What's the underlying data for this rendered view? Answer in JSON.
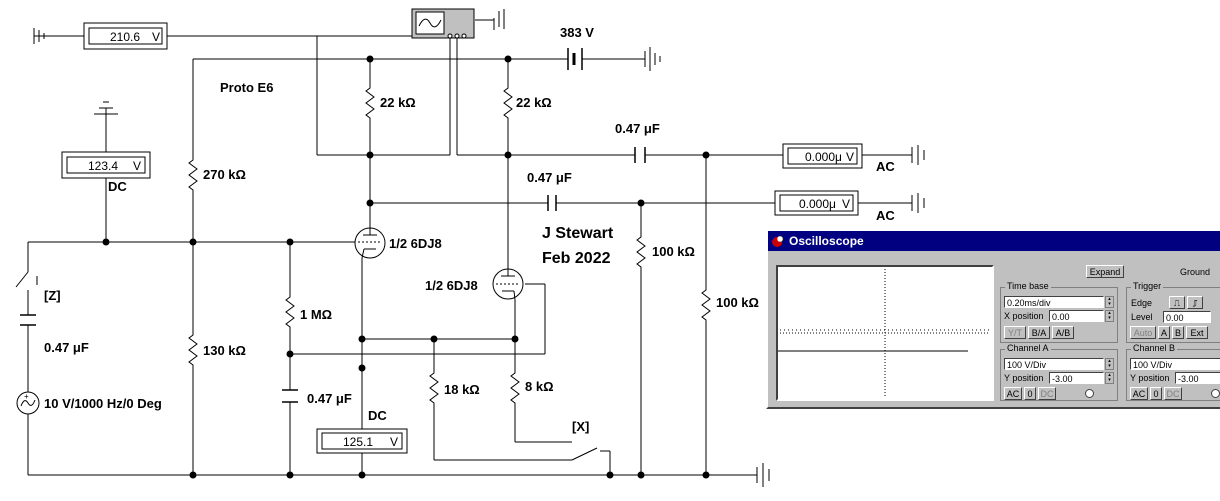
{
  "title": "Proto E6",
  "author": "J Stewart",
  "date": "Feb 2022",
  "supply": {
    "label": "383 V"
  },
  "meters": {
    "top": {
      "value": "210.6",
      "unit": "V"
    },
    "left": {
      "value": "123.4",
      "unit": "V",
      "mode": "DC"
    },
    "bottom": {
      "value": "125.1",
      "unit": "V",
      "mode": "DC"
    },
    "out1": {
      "value": "0.000μ",
      "unit": "V",
      "mode": "AC"
    },
    "out2": {
      "value": "0.000μ",
      "unit": "V",
      "mode": "AC"
    }
  },
  "components": {
    "r_plate1": "22 kΩ",
    "r_plate2": "22 kΩ",
    "r_div_top": "270 kΩ",
    "r_div_bot": "130 kΩ",
    "r_grid": "1 MΩ",
    "r_k1": "18 kΩ",
    "r_k2": "8 kΩ",
    "r_out1": "100 kΩ",
    "r_out2": "100 kΩ",
    "c_out1": "0.47 μF",
    "c_out2": "0.47 μF",
    "c_in": "0.47 μF",
    "c_grid": "0.47 μF",
    "tube1": "1/2 6DJ8",
    "tube2": "1/2 6DJ8",
    "source": "10 V/1000 Hz/0 Deg",
    "switch_z": "[Z]",
    "switch_x": "[X]"
  },
  "oscilloscope": {
    "title": "Oscilloscope",
    "expand_label": "Expand",
    "ground_label": "Ground",
    "time_base": {
      "title": "Time base",
      "value": "0.20ms/div",
      "xpos_label": "X position",
      "xpos_value": "0.00",
      "modes": [
        "Y/T",
        "B/A",
        "A/B"
      ]
    },
    "trigger": {
      "title": "Trigger",
      "edge_label": "Edge",
      "level_label": "Level",
      "level_value": "0.00",
      "buttons": [
        "Auto",
        "A",
        "B",
        "Ext"
      ]
    },
    "channel_a": {
      "title": "Channel A",
      "scale": "100 V/Div",
      "ypos_label": "Y position",
      "ypos_value": "-3.00",
      "coupling": [
        "AC",
        "0",
        "DC"
      ]
    },
    "channel_b": {
      "title": "Channel B",
      "scale": "100 V/Div",
      "ypos_label": "Y position",
      "ypos_value": "-3.00",
      "coupling": [
        "AC",
        "0",
        "DC"
      ]
    }
  }
}
